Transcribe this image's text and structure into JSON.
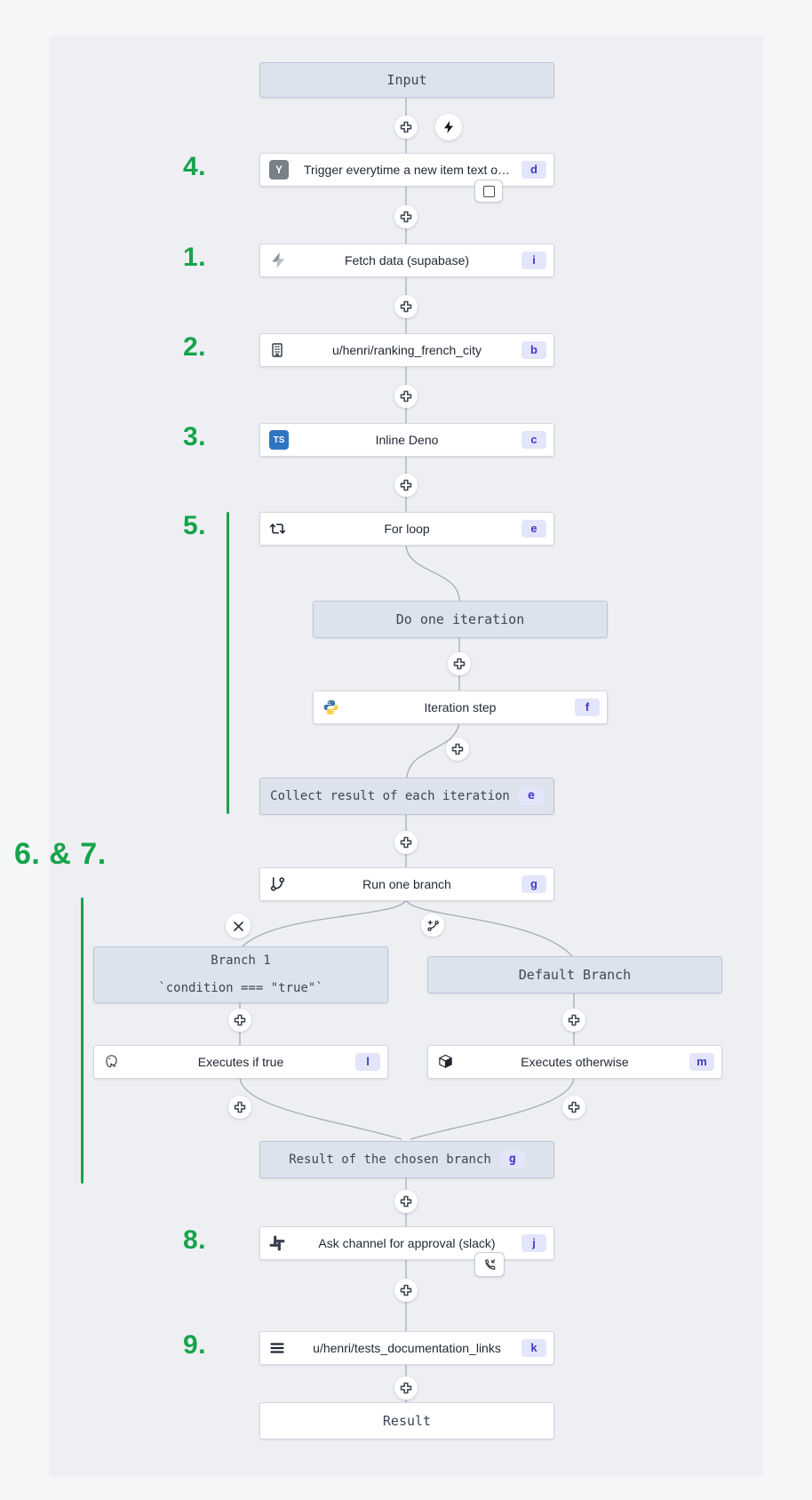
{
  "colors": {
    "background": "#edeff3",
    "annotation_green": "#17a34a",
    "connector_gray": "#a6acb5",
    "node_bg": "#ffffff",
    "virtual_node_bg": "#dce3ed",
    "badge_bg": "#e3e6fa",
    "badge_text": "#4338ca",
    "typescript_blue": "#2f74c0",
    "python_blue": "#3b77a8",
    "python_yellow": "#f7ce3e"
  },
  "annotations": {
    "n4": "4.",
    "n1": "1.",
    "n2": "2.",
    "n3": "3.",
    "n5": "5.",
    "n67": "6. & 7.",
    "n8": "8.",
    "n9": "9."
  },
  "icons": {
    "between_input_and_trigger": [
      "plus-icon",
      "bolt-icon"
    ],
    "trigger_corner": "square-stop-icon",
    "branch_left": "remove-branch-x-icon",
    "branch_middle": "add-branch-icon",
    "approval_corner": "phone-incoming-icon",
    "trigger_glyph": "Y",
    "typescript_glyph": "TS"
  },
  "nodes": {
    "input": {
      "label": "Input"
    },
    "trigger": {
      "label": "Trigger everytime a new item text o…",
      "badge": "d",
      "icon": "hackernews-icon"
    },
    "fetch": {
      "label": "Fetch data (supabase)",
      "badge": "i",
      "icon": "supabase-bolt-icon"
    },
    "ranking": {
      "label": "u/henri/ranking_french_city",
      "badge": "b",
      "icon": "building-icon"
    },
    "deno": {
      "label": "Inline Deno",
      "badge": "c",
      "icon": "typescript-icon"
    },
    "forloop": {
      "label": "For loop",
      "badge": "e",
      "icon": "repeat-icon"
    },
    "do_iteration": {
      "label": "Do one iteration"
    },
    "iteration": {
      "label": "Iteration step",
      "badge": "f",
      "icon": "python-icon"
    },
    "collect": {
      "label": "Collect result of each iteration",
      "badge": "e"
    },
    "run_branch": {
      "label": "Run one branch",
      "badge": "g",
      "icon": "git-branch-icon"
    },
    "branch1": {
      "title": "Branch 1",
      "condition": "`condition === \"true\"`"
    },
    "default_branch": {
      "label": "Default Branch"
    },
    "exec_true": {
      "label": "Executes if true",
      "badge": "l",
      "icon": "postgresql-icon"
    },
    "exec_otherwise": {
      "label": "Executes otherwise",
      "badge": "m",
      "icon": "cube-icon"
    },
    "result_chosen": {
      "label": "Result of the chosen branch",
      "badge": "g"
    },
    "ask_approval": {
      "label": "Ask channel for approval (slack)",
      "badge": "j",
      "icon": "slack-icon"
    },
    "tests_docs": {
      "label": "u/henri/tests_documentation_links",
      "badge": "k",
      "icon": "menu-lines-icon"
    },
    "result": {
      "label": "Result"
    }
  }
}
